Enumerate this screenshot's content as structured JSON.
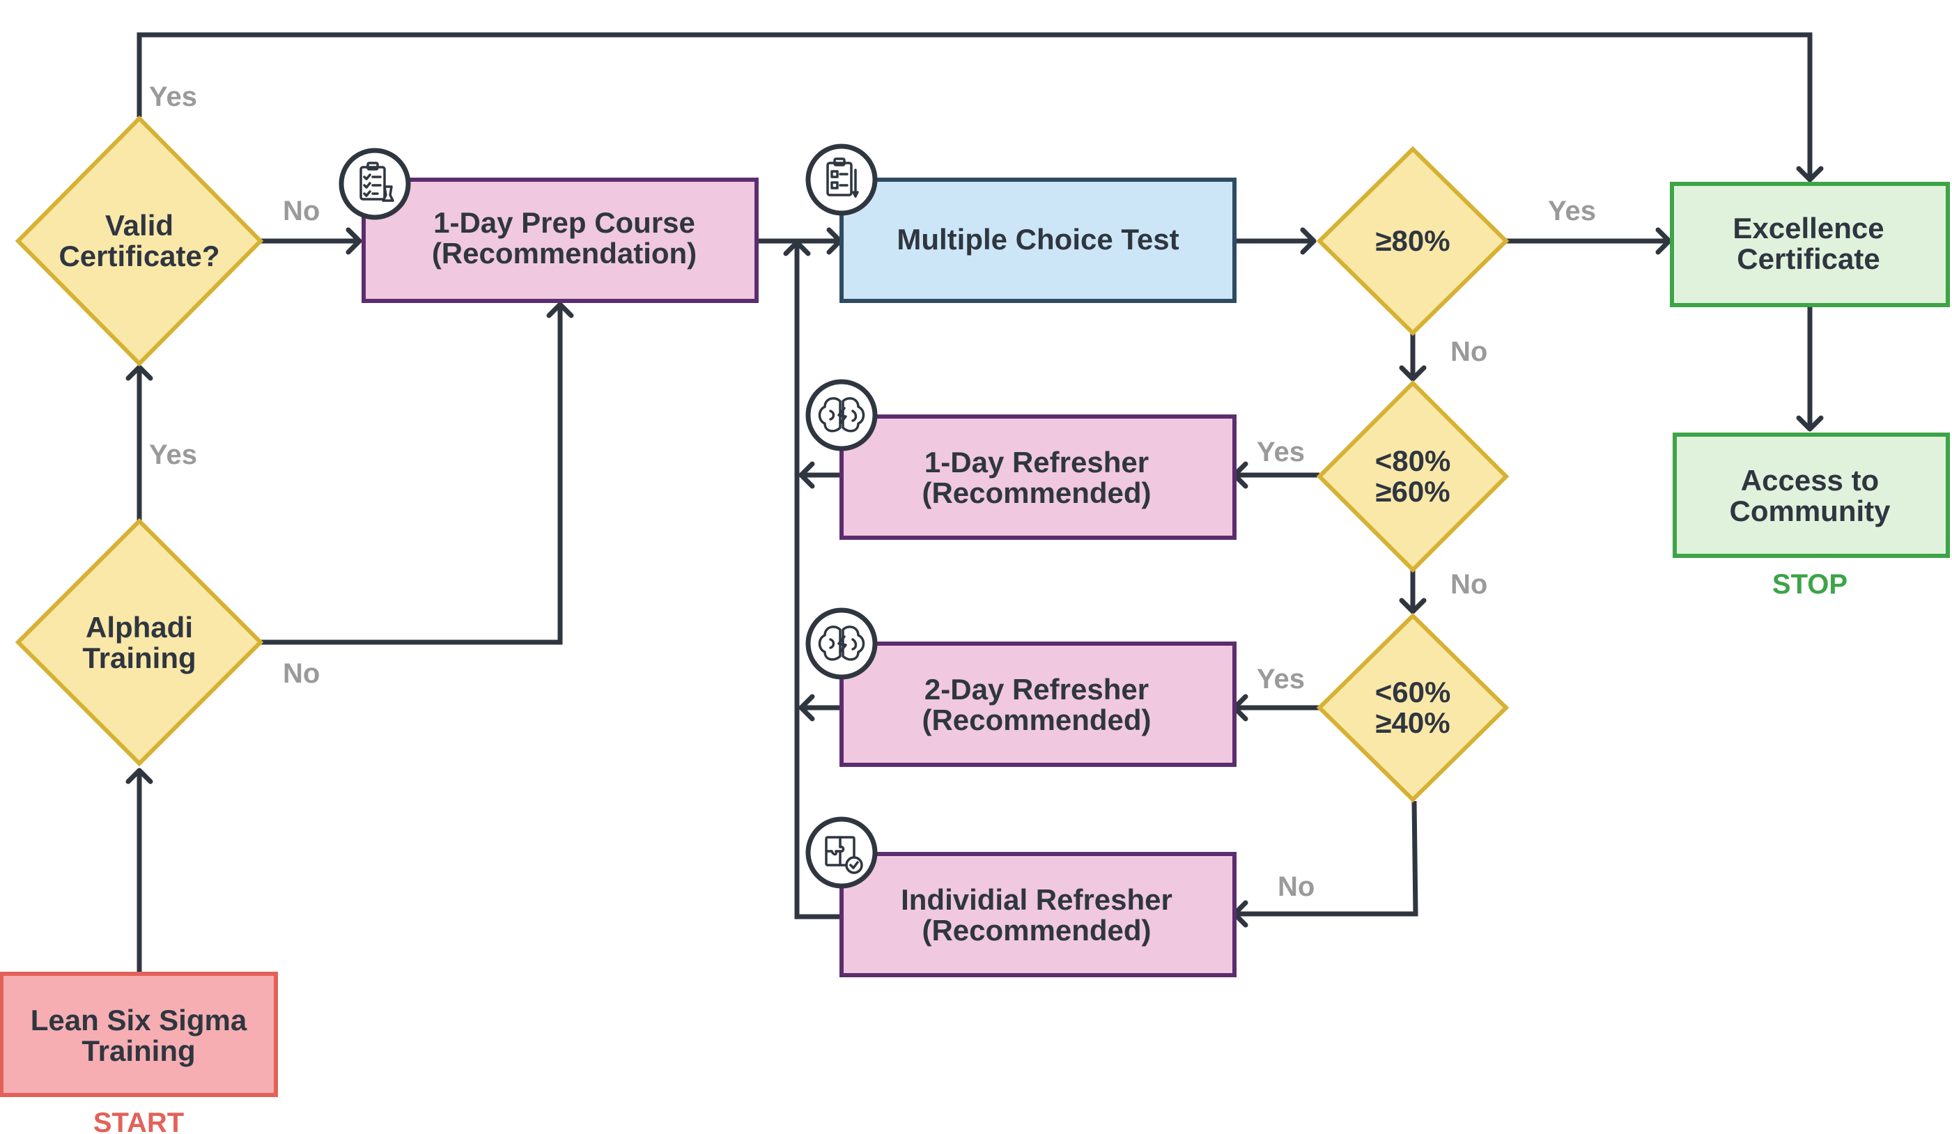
{
  "colors": {
    "line": "#2f3640",
    "decision_fill": "#fae8a9",
    "decision_stroke": "#d6b133",
    "process_fill": "#f0c8e0",
    "process_stroke": "#5c2d6e",
    "test_fill": "#cce6f7",
    "test_stroke": "#2f4a63",
    "result_fill": "#e0f2dc",
    "result_stroke": "#3da447",
    "start_fill": "#f6aeb2",
    "start_stroke": "#e2625a",
    "label_gray": "#9a9a9a"
  },
  "nodes": {
    "start": {
      "line1": "Lean Six Sigma",
      "line2": "Training"
    },
    "alphadi": {
      "line1": "Alphadi",
      "line2": "Training"
    },
    "valid_cert": {
      "line1": "Valid",
      "line2": "Certificate?"
    },
    "prep": {
      "line1": "1-Day Prep Course",
      "line2": "(Recommendation)",
      "icon": "clipboard-checklist-icon"
    },
    "test": {
      "line1": "Multiple Choice Test",
      "icon": "clipboard-test-icon"
    },
    "d80": {
      "line1": "≥80%"
    },
    "d60": {
      "line1": "<80%",
      "line2": "≥60%"
    },
    "d40": {
      "line1": "<60%",
      "line2": "≥40%"
    },
    "ref1": {
      "line1": "1-Day Refresher",
      "line2": "(Recommended)",
      "icon": "brain-icon"
    },
    "ref2": {
      "line1": "2-Day Refresher",
      "line2": "(Recommended)",
      "icon": "brain-icon"
    },
    "refi": {
      "line1": "Individial Refresher",
      "line2": "(Recommended)",
      "icon": "puzzle-icon"
    },
    "excellence": {
      "line1": "Excellence",
      "line2": "Certificate"
    },
    "community": {
      "line1": "Access to",
      "line2": "Community"
    }
  },
  "labels": {
    "start": "START",
    "stop": "STOP",
    "yes": "Yes",
    "no": "No"
  }
}
